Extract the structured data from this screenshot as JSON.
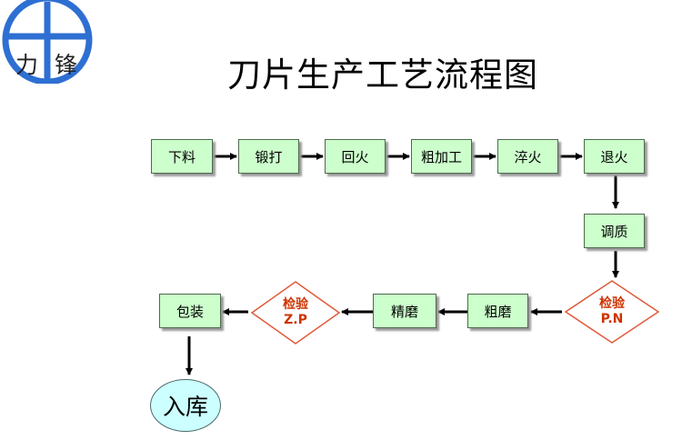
{
  "logo": {
    "text_left": "力",
    "text_right": "锋",
    "color": "#2e6fd2"
  },
  "title": "刀片生产工艺流程图",
  "steps": {
    "xialiao": "下料",
    "duanda": "锻打",
    "huihuo1": "回火",
    "cujiagong": "粗加工",
    "cuihuo": "淬火",
    "tuihuo": "退火",
    "tiaozhi": "调质",
    "cumo": "粗磨",
    "jingmo": "精磨",
    "baozhuang": "包装"
  },
  "checks": {
    "pn": {
      "line1": "检验",
      "line2": "P.N"
    },
    "zp": {
      "line1": "检验",
      "line2": "Z.P"
    }
  },
  "end": "入库",
  "colors": {
    "box_fill": "#ccffcc",
    "diamond_stroke": "#e05a3a",
    "diamond_text": "#cc3300",
    "end_fill": "#ccffff",
    "arrow": "#000000"
  }
}
